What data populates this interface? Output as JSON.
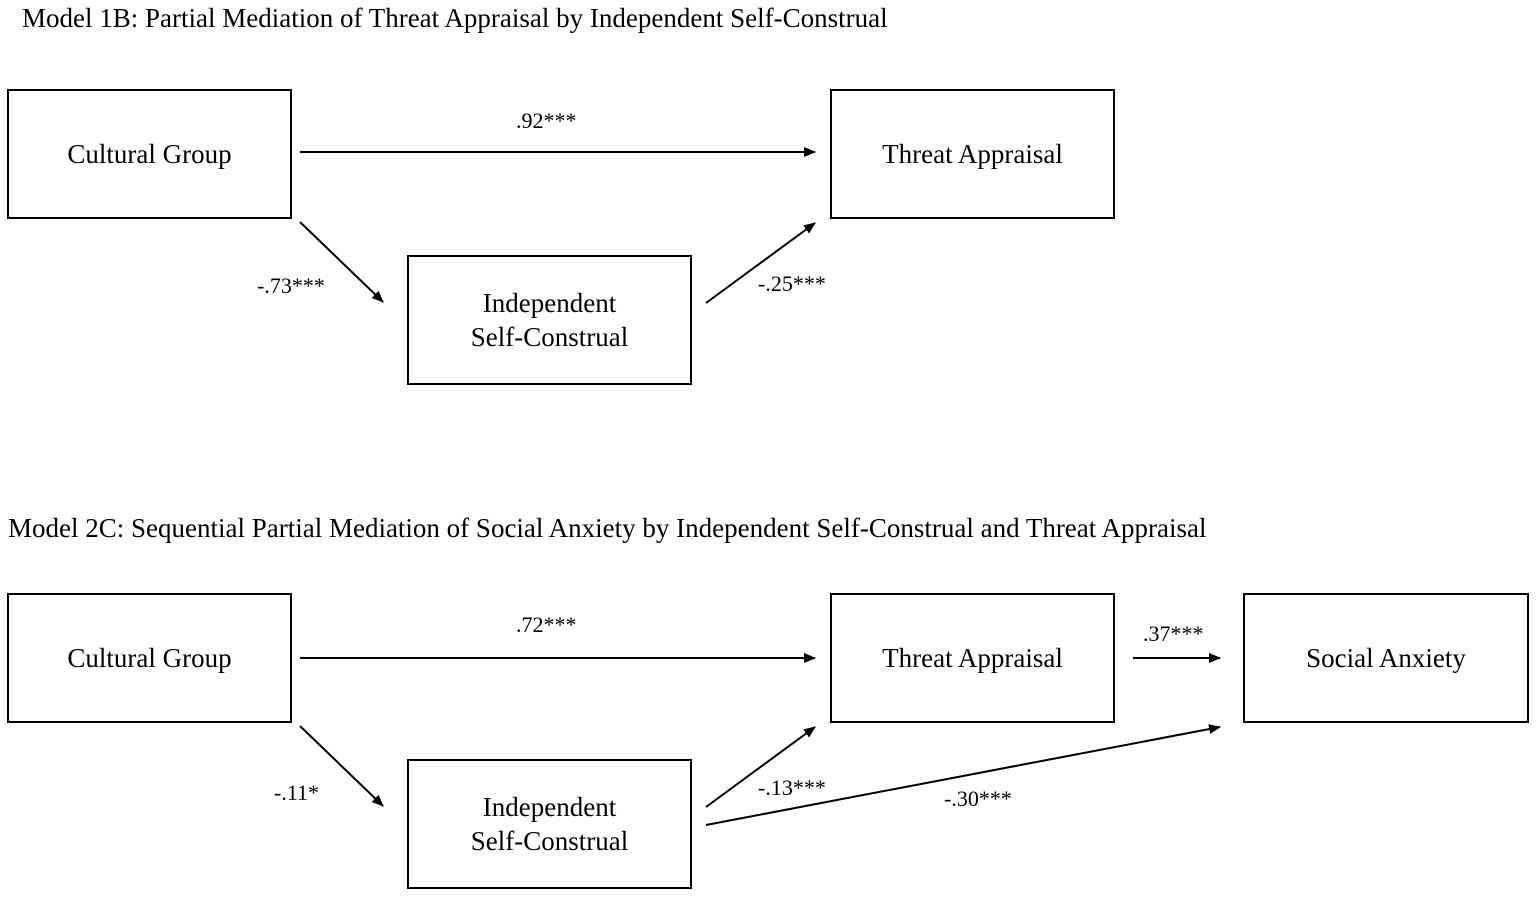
{
  "model1": {
    "title": "Model 1B: Partial Mediation of Threat Appraisal by Independent Self-Construal",
    "nodes": {
      "cultural_group": "Cultural Group",
      "threat_appraisal": "Threat Appraisal",
      "self_construal_line1": "Independent",
      "self_construal_line2": "Self-Construal"
    },
    "paths": {
      "group_to_threat": ".92***",
      "group_to_construal": "-.73***",
      "construal_to_threat": "-.25***"
    }
  },
  "model2": {
    "title": "Model 2C: Sequential Partial Mediation of Social Anxiety by Independent Self-Construal and Threat Appraisal",
    "nodes": {
      "cultural_group": "Cultural Group",
      "threat_appraisal": "Threat Appraisal",
      "social_anxiety": "Social Anxiety",
      "self_construal_line1": "Independent",
      "self_construal_line2": "Self-Construal"
    },
    "paths": {
      "group_to_threat": ".72***",
      "threat_to_anxiety": ".37***",
      "group_to_construal": "-.11*",
      "construal_to_threat": "-.13***",
      "construal_to_anxiety": "-.30***"
    }
  }
}
